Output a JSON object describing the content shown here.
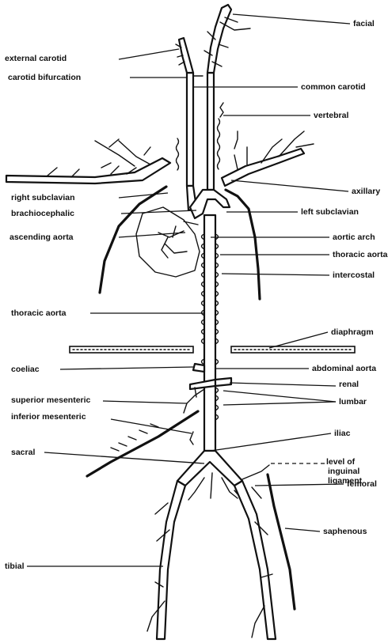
{
  "labels": {
    "facial": "facial",
    "external_carotid": "external carotid",
    "carotid_bifurcation": "carotid bifurcation",
    "common_carotid": "common carotid",
    "vertebral": "vertebral",
    "axillary": "axillary",
    "right_subclavian": "right subclavian",
    "brachiocephalic": "brachiocephalic",
    "left_subclavian": "left subclavian",
    "ascending_aorta": "ascending aorta",
    "aortic_arch": "aortic arch",
    "thoracic_aorta_right": "thoracic aorta",
    "intercostal": "intercostal",
    "thoracic_aorta_left": "thoracic aorta",
    "diaphragm": "diaphragm",
    "coeliac": "coeliac",
    "abdominal_aorta": "abdominal aorta",
    "renal": "renal",
    "superior_mesenteric": "superior mesenteric",
    "lumbar": "lumbar",
    "inferior_mesenteric": "inferior mesenteric",
    "iliac": "iliac",
    "sacral": "sacral",
    "level_of_inguinal_ligament_1": "level of",
    "level_of_inguinal_ligament_2": "inguinal",
    "level_of_inguinal_ligament_3": "ligament",
    "femoral": "femoral",
    "saphenous": "saphenous",
    "tibial": "tibial"
  }
}
